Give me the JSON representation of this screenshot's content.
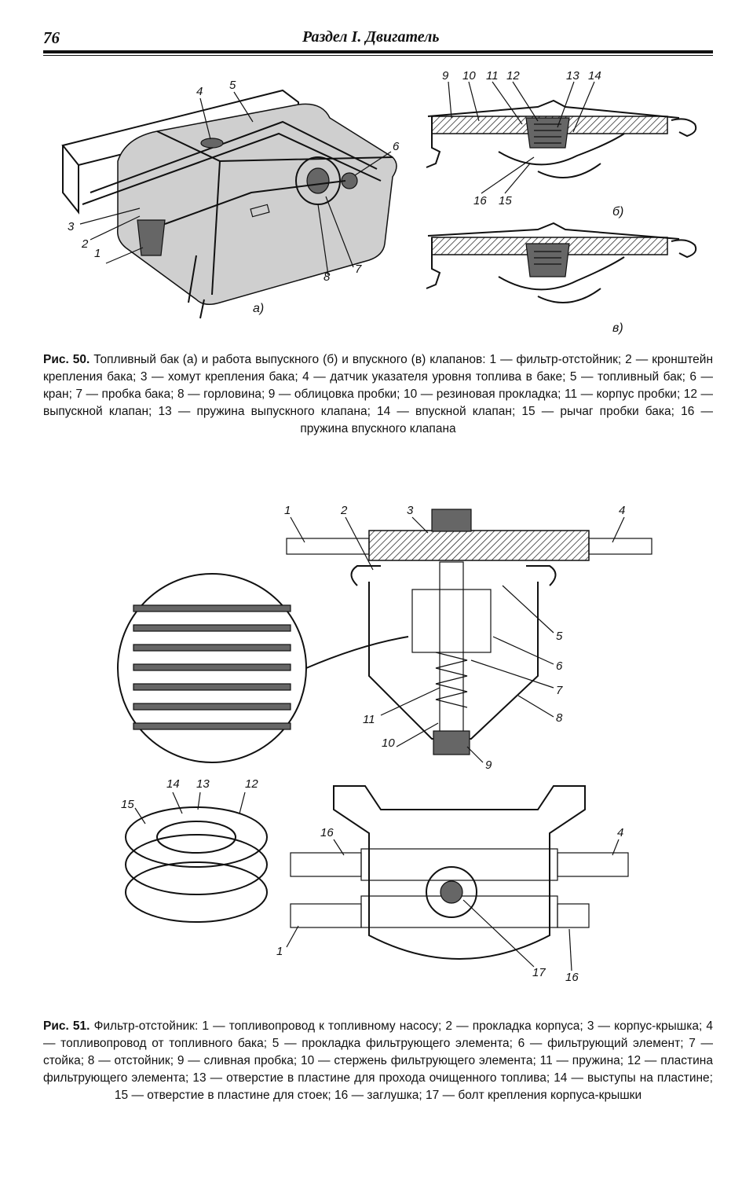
{
  "header": {
    "page_number": "76",
    "running_title": "Раздел I. Двигатель"
  },
  "figure50": {
    "sub_a": "а)",
    "sub_b": "б)",
    "sub_v": "в)",
    "labels_a": [
      "1",
      "2",
      "3",
      "4",
      "5",
      "6",
      "7",
      "8"
    ],
    "labels_b": [
      "9",
      "10",
      "11",
      "12",
      "13",
      "14",
      "15",
      "16"
    ],
    "caption_lead": "Рис. 50.",
    "caption_text": "Топливный бак (а) и работа выпускного (б) и впускного (в) клапанов: 1 — фильтр-отстойник; 2 — кронштейн крепления бака; 3 — хомут крепления бака; 4 — датчик указателя уровня топлива в баке; 5 — топливный бак; 6 — кран; 7 — пробка бака; 8 — горловина; 9 — облицовка пробки; 10 — резиновая прокладка; 11 — корпус пробки; 12 — выпускной клапан; 13 — пружина выпускного клапана; 14 — впускной клапан; 15 — рычаг пробки бака; 16 — пружина впускного клапана"
  },
  "figure51": {
    "labels": [
      "1",
      "2",
      "3",
      "4",
      "5",
      "6",
      "7",
      "8",
      "9",
      "10",
      "11",
      "12",
      "13",
      "14",
      "15",
      "16",
      "17"
    ],
    "caption_lead": "Рис. 51.",
    "caption_text": "Фильтр-отстойник: 1 — топливопровод к топливному насосу; 2 — прокладка корпуса; 3 — корпус-крышка; 4 — топливопровод от топливного бака; 5 — прокладка фильтрующего элемента; 6 — фильтрующий элемент; 7 — стойка; 8 — отстойник; 9 — сливная пробка; 10 — стержень фильтрующего элемента; 11 — пружина; 12 — пластина фильтрующего элемента; 13 — отверстие в пластине для прохода очищенного топлива; 14 — выступы на пластине; 15 — отверстие в пластине для стоек; 16 — заглушка; 17 — болт крепления корпуса-крышки"
  }
}
